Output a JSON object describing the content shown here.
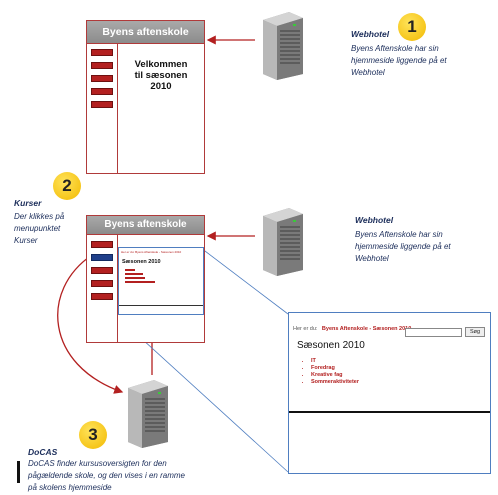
{
  "site_top": {
    "title": "Byens aftenskole",
    "welcome_line1": "Velkommen",
    "welcome_line2": "til sæsonen",
    "welcome_line3": "2010"
  },
  "step1": {
    "number": "1",
    "title": "Webhotel",
    "text_line1": "Byens Aftenskole har sin",
    "text_line2": "hjemmeside  liggende på et",
    "text_line3": "Webhotel"
  },
  "step2": {
    "number": "2",
    "title": "Kurser",
    "text_line1": "Der klikkes på",
    "text_line2": "menupunktet",
    "text_line3": "Kurser"
  },
  "webhotel2": {
    "title": "Webhotel",
    "text_line1": "Byens Aftenskole har sin",
    "text_line2": "hjemmeside  liggende på et",
    "text_line3": "Webhotel"
  },
  "site_mid": {
    "title": "Byens aftenskole",
    "crumb": "Her er du:  Byens Aftenskole - Sæsonen 2010",
    "heading": "Sæsonen 2010"
  },
  "frame": {
    "crumb_label": "Her er du:",
    "crumb_value": "Byens Aftenskole - Sæsonen 2010",
    "search_button": "Søg",
    "heading": "Sæsonen 2010",
    "items": [
      "IT",
      "Foredrag",
      "Kreative fag",
      "Sommeraktiviteter"
    ]
  },
  "step3": {
    "number": "3",
    "title": "DoCAS",
    "text_line1": "DoCAS finder kursusoversigten for den",
    "text_line2": "pågældende skole, og den vises i en ramme",
    "text_line3": "på skolens hjemmeside"
  },
  "colors": {
    "accent_red": "#b32020",
    "badge_yellow": "#f2b900",
    "frame_blue": "#4f7ec0"
  }
}
